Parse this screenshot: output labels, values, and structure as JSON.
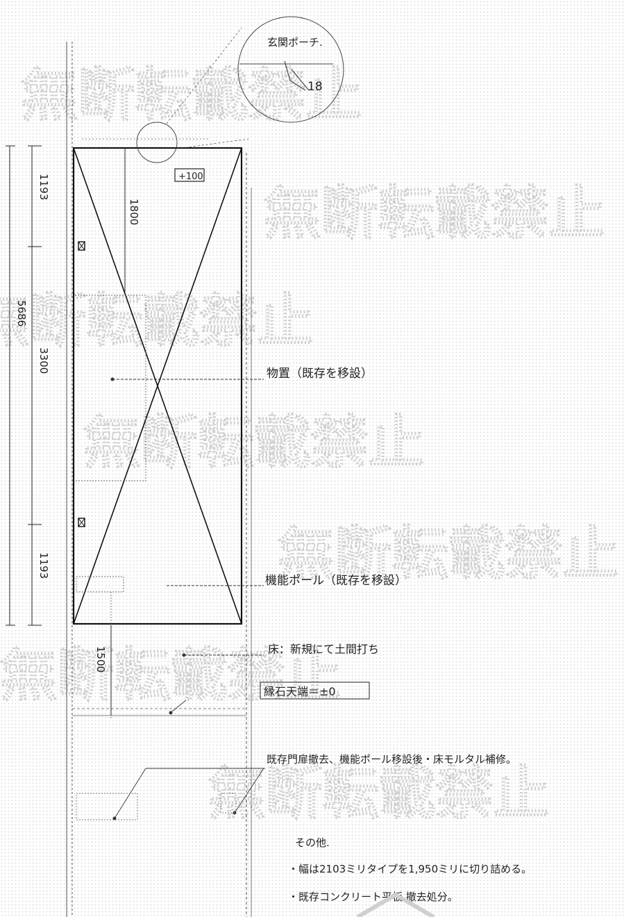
{
  "watermark_text": "無断転載禁止",
  "callouts": {
    "detail_title": "玄関ポーチ.",
    "detail_slope": "18",
    "level_tag": "+100"
  },
  "dimensions": {
    "total": "5686",
    "top": "1193",
    "middle": "3300",
    "bottom": "1193",
    "door_offset": "1800",
    "lower_offset": "1500"
  },
  "notes": {
    "storage": "物置（既存を移設）",
    "pole": "機能ポール（既存を移設）",
    "floor": "床：新規にて土間打ち",
    "curb": "縁石天端＝±0",
    "remove": "既存門扉撤去、機能ポール移設後・床モルタル補修。",
    "other_title": "その他.",
    "other_1": "・幅は2103ミリタイプを1,950ミリに切り詰める。",
    "other_2": "・既存コンクリート平板 撤去処分。"
  }
}
